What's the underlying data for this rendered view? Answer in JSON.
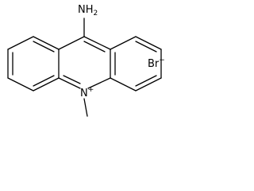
{
  "molecule": {
    "amine_group": "NH",
    "amine_subscript": "2",
    "ring_nitrogen": "N",
    "ring_nitrogen_charge": "+",
    "counterion": "Br",
    "counterion_charge": "−"
  }
}
